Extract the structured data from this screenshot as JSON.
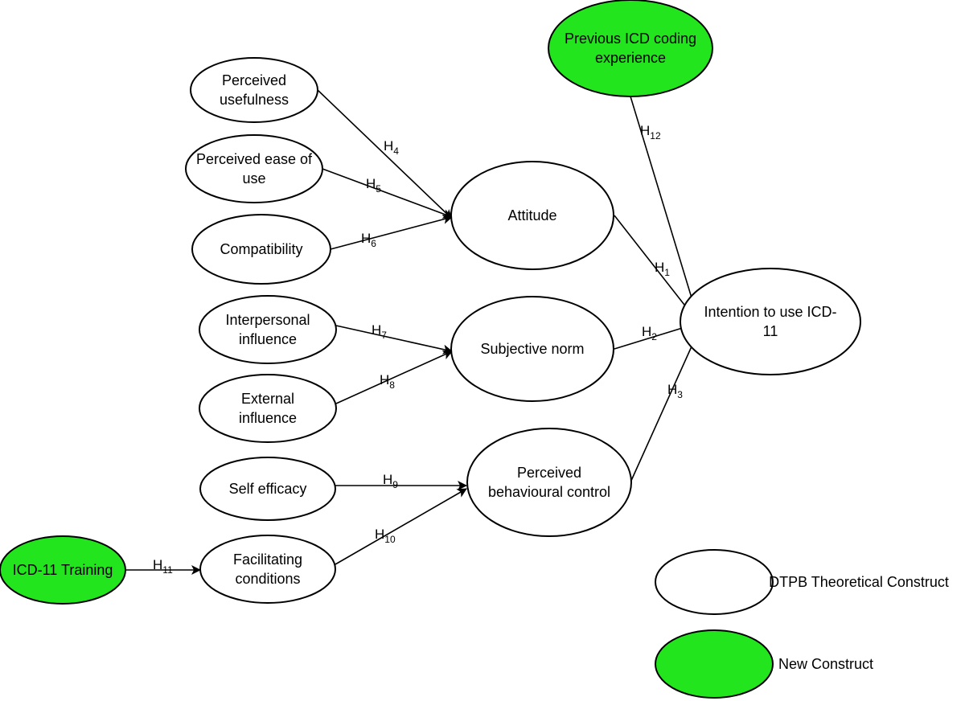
{
  "colors": {
    "theory": "#ffffff",
    "new": "#22e51d",
    "stroke": "#000000"
  },
  "nodes": {
    "previous_icd": {
      "lines": [
        "Previous ICD coding",
        "experience"
      ],
      "kind": "new"
    },
    "perceived_usefulness": {
      "lines": [
        "Perceived",
        "usefulness"
      ],
      "kind": "theory"
    },
    "perceived_ease": {
      "lines": [
        "Perceived ease of",
        "use"
      ],
      "kind": "theory"
    },
    "compatibility": {
      "lines": [
        "Compatibility"
      ],
      "kind": "theory"
    },
    "attitude": {
      "lines": [
        "Attitude"
      ],
      "kind": "theory"
    },
    "interpersonal": {
      "lines": [
        "Interpersonal",
        "influence"
      ],
      "kind": "theory"
    },
    "external": {
      "lines": [
        "External",
        "influence"
      ],
      "kind": "theory"
    },
    "subjective_norm": {
      "lines": [
        "Subjective norm"
      ],
      "kind": "theory"
    },
    "self_efficacy": {
      "lines": [
        "Self efficacy"
      ],
      "kind": "theory"
    },
    "pbc": {
      "lines": [
        "Perceived",
        "behavioural control"
      ],
      "kind": "theory"
    },
    "facilitating": {
      "lines": [
        "Facilitating",
        "conditions"
      ],
      "kind": "theory"
    },
    "training": {
      "lines": [
        "ICD-11 Training"
      ],
      "kind": "new"
    },
    "intention": {
      "lines": [
        "Intention to use ICD-",
        "11"
      ],
      "kind": "theory"
    }
  },
  "hypotheses": [
    {
      "id": "h1",
      "base": "H",
      "sub": "1",
      "from": "attitude",
      "to": "intention"
    },
    {
      "id": "h2",
      "base": "H",
      "sub": "2",
      "from": "subjective_norm",
      "to": "intention"
    },
    {
      "id": "h3",
      "base": "H",
      "sub": "3",
      "from": "pbc",
      "to": "intention"
    },
    {
      "id": "h4",
      "base": "H",
      "sub": "4",
      "from": "perceived_usefulness",
      "to": "attitude"
    },
    {
      "id": "h5",
      "base": "H",
      "sub": "5",
      "from": "perceived_ease",
      "to": "attitude"
    },
    {
      "id": "h6",
      "base": "H",
      "sub": "6",
      "from": "compatibility",
      "to": "attitude"
    },
    {
      "id": "h7",
      "base": "H",
      "sub": "7",
      "from": "interpersonal",
      "to": "subjective_norm"
    },
    {
      "id": "h8",
      "base": "H",
      "sub": "8",
      "from": "external",
      "to": "subjective_norm"
    },
    {
      "id": "h9",
      "base": "H",
      "sub": "9",
      "from": "self_efficacy",
      "to": "pbc"
    },
    {
      "id": "h10",
      "base": "H",
      "sub": "10",
      "from": "facilitating",
      "to": "pbc"
    },
    {
      "id": "h11",
      "base": "H",
      "sub": "11",
      "from": "training",
      "to": "facilitating"
    },
    {
      "id": "h12",
      "base": "H",
      "sub": "12",
      "from": "previous_icd",
      "to": "intention"
    }
  ],
  "legend": {
    "theory_label": "DTPB Theoretical Construct",
    "new_label": "New Construct"
  }
}
